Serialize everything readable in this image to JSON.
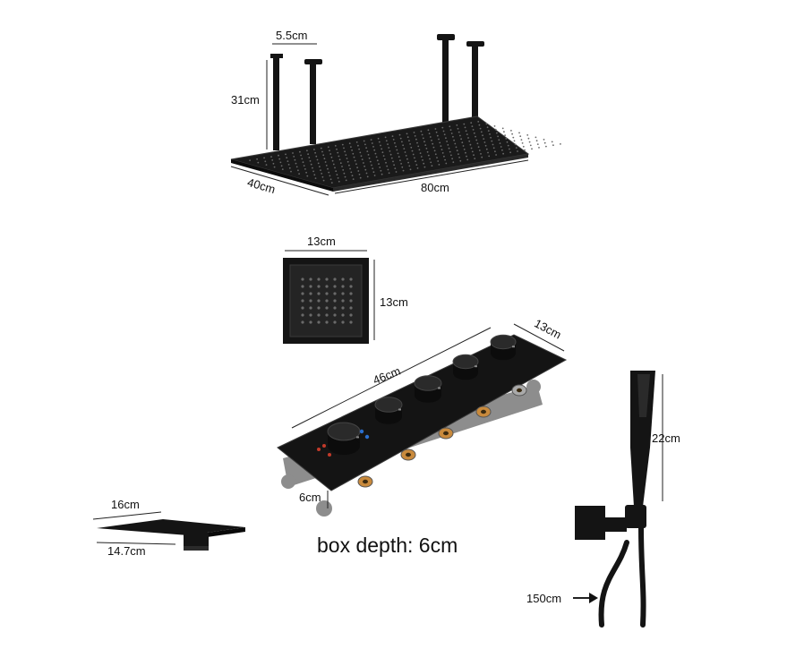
{
  "colors": {
    "product": "#141414",
    "product_edge": "#3a3a3a",
    "nozzle": "#6a6a6a",
    "brass": "#c98a3c",
    "box": "#8d8d8d",
    "dimension_line": "#222222"
  },
  "rain_shower": {
    "arm_spacing_label": "5.5cm",
    "arm_height_label": "31cm",
    "depth_label": "40cm",
    "width_label": "80cm"
  },
  "body_jet": {
    "width_label": "13cm",
    "height_label": "13cm"
  },
  "thermostatic_valve": {
    "length_label": "46cm",
    "width_label": "13cm",
    "height_label": "6cm",
    "knob_count": 5,
    "outlet_count": 4
  },
  "waterfall_spout": {
    "top_label": "16cm",
    "bottom_label": "14.7cm"
  },
  "hand_shower": {
    "length_label": "22cm",
    "hose_label": "150cm"
  },
  "caption": "box depth: 6cm"
}
